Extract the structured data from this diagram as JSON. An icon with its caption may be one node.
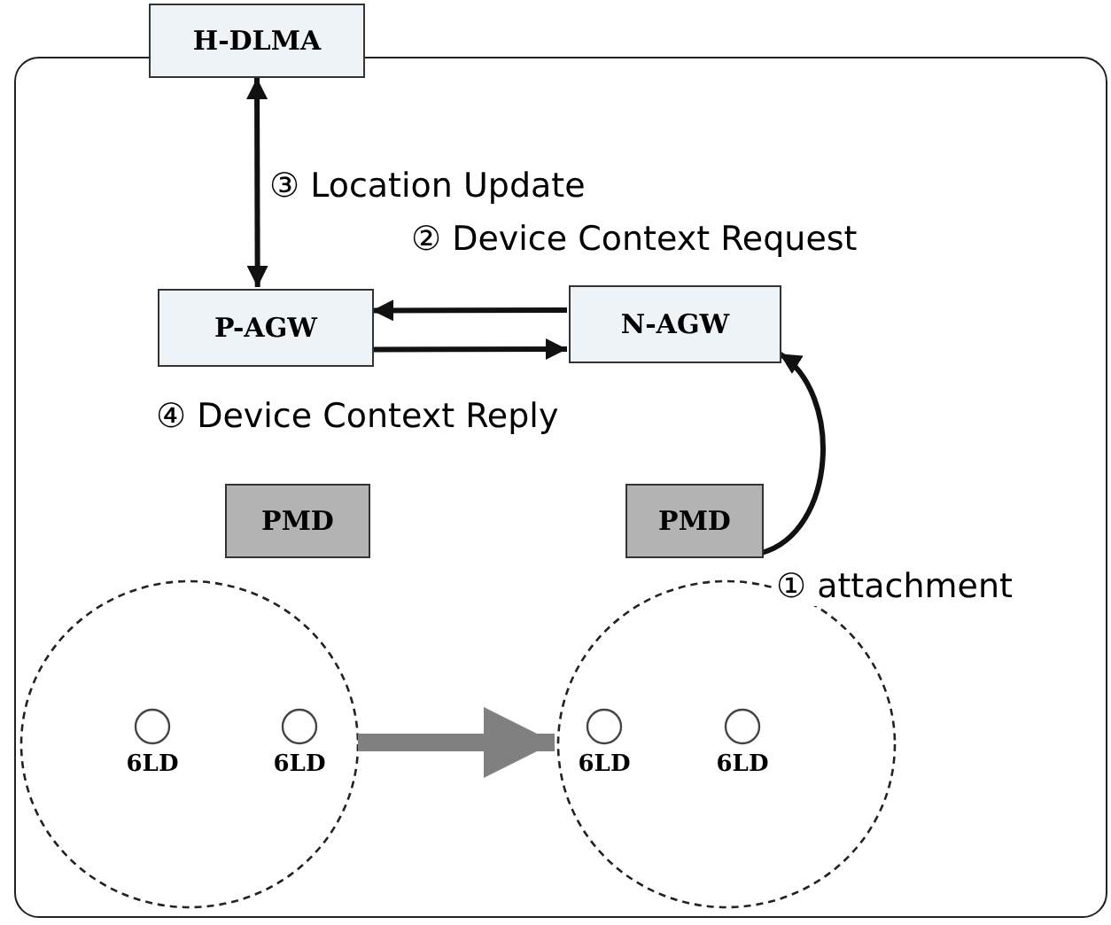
{
  "diagram": {
    "nodes": [
      {
        "text": [],
        "shape": "box"
      },
      {
        "text": [
          "H-DLMA"
        ]
      },
      {
        "text": [
          "P-AGW"
        ],
        "in": 0
      },
      {
        "text": [
          "N-AGW"
        ],
        "in": 0
      },
      {
        "text": [],
        "shape": "circle",
        "in": 0
      },
      {
        "text": [
          "PMD"
        ],
        "in": 0
      },
      {
        "text": [
          "6LD"
        ],
        "in": 4
      },
      {
        "text": [
          "6LD"
        ],
        "in": 4
      },
      {
        "text": [],
        "shape": "circle",
        "in": 0
      },
      {
        "text": [
          "PMD"
        ],
        "in": 0
      },
      {
        "text": [
          "6LD"
        ],
        "in": 8
      },
      {
        "text": [
          "6LD"
        ],
        "in": 8
      }
    ],
    "edges": [
      {
        "from": 1,
        "to": 2,
        "arrow": "both",
        "label": "③ Location Update"
      },
      {
        "from": 3,
        "to": 2,
        "arrow": "to",
        "label": "② Device Context Request"
      },
      {
        "from": 2,
        "to": 3,
        "arrow": "to",
        "label": "④ Device Context Reply"
      },
      {
        "from": 9,
        "to": 3,
        "arrow": "to",
        "label": "① attachment"
      },
      {
        "from": 4,
        "to": 8,
        "arrow": "to",
        "style": "thick",
        "color": "#808080"
      }
    ]
  }
}
